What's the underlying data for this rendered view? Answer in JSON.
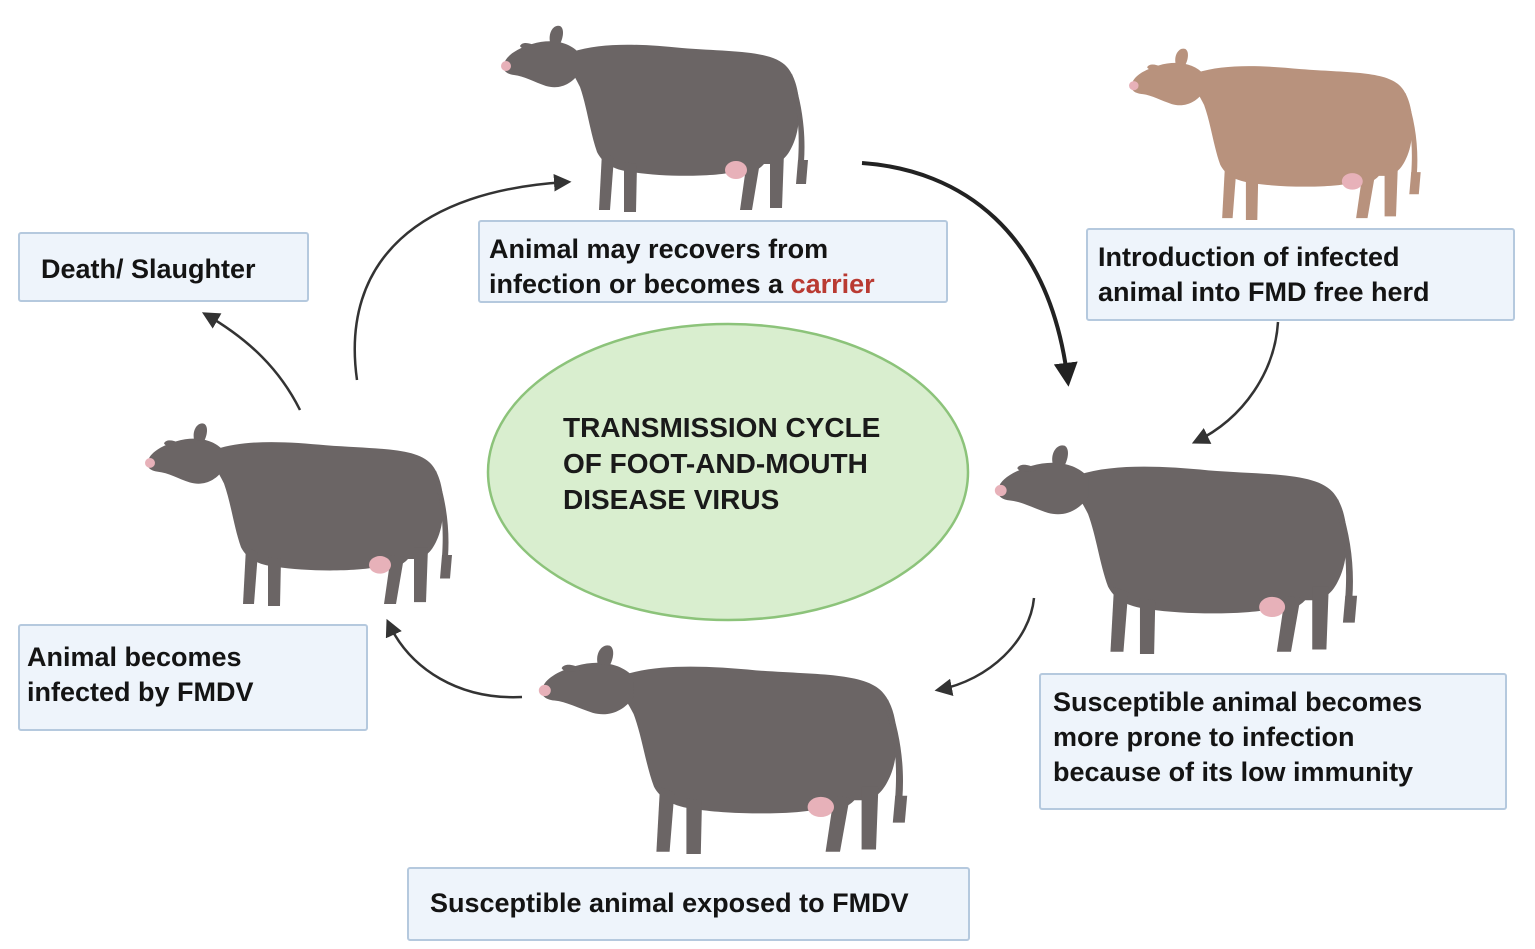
{
  "center": {
    "line1": "TRANSMISSION CYCLE",
    "line2": "OF FOOT-AND-MOUTH",
    "line3": "DISEASE VIRUS"
  },
  "boxes": {
    "introduction": {
      "line1": "Introduction of infected",
      "line2": "animal into FMD free herd"
    },
    "susceptible_prone": {
      "line1": "Susceptible animal becomes",
      "line2": "more prone to infection",
      "line3": "because of its low immunity"
    },
    "exposed": {
      "line1": "Susceptible animal exposed to FMDV"
    },
    "infected": {
      "line1": "Animal becomes",
      "line2": "infected by FMDV"
    },
    "death": {
      "line1": "Death/ Slaughter"
    },
    "recovers": {
      "line1": "Animal may recovers from",
      "line2_prefix": "infection or becomes a ",
      "line2_highlight": "carrier"
    }
  },
  "colors": {
    "cow_gray": "#6b6565",
    "cow_brown": "#b8927d",
    "udder": "#e7b1b9",
    "ellipse_fill": "#d9eecf",
    "ellipse_stroke": "#8cc37a",
    "box_fill": "#eef4fb",
    "box_border": "#b5c9de",
    "highlight": "#b93a32",
    "arrow": "#333333"
  }
}
